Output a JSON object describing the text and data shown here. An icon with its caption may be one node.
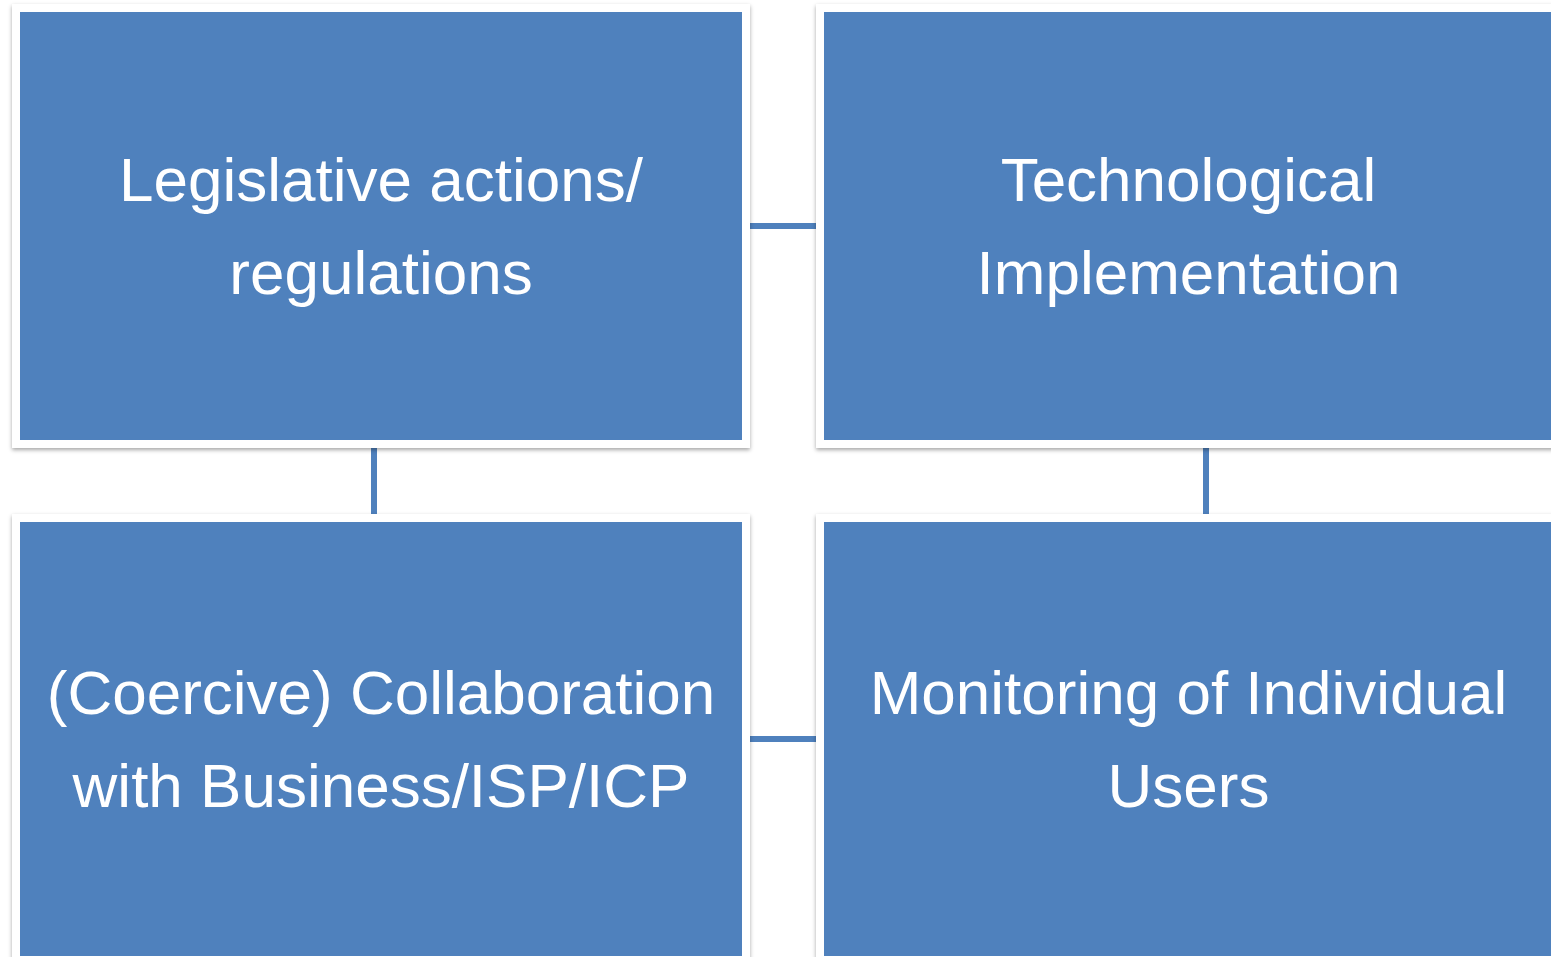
{
  "diagram": {
    "nodes": [
      {
        "text": [
          "Legislative actions/ regulations"
        ]
      },
      {
        "text": [
          "Technological Implementation"
        ]
      },
      {
        "text": [
          "(Coercive) Collaboration with Business/ISP/ICP"
        ]
      },
      {
        "text": [
          "Monitoring of Individual Users"
        ]
      }
    ],
    "edges": [
      {
        "from": 0,
        "to": 1,
        "arrow": "none"
      },
      {
        "from": 0,
        "to": 2,
        "arrow": "none"
      },
      {
        "from": 1,
        "to": 3,
        "arrow": "none"
      },
      {
        "from": 2,
        "to": 3,
        "arrow": "none"
      }
    ]
  }
}
